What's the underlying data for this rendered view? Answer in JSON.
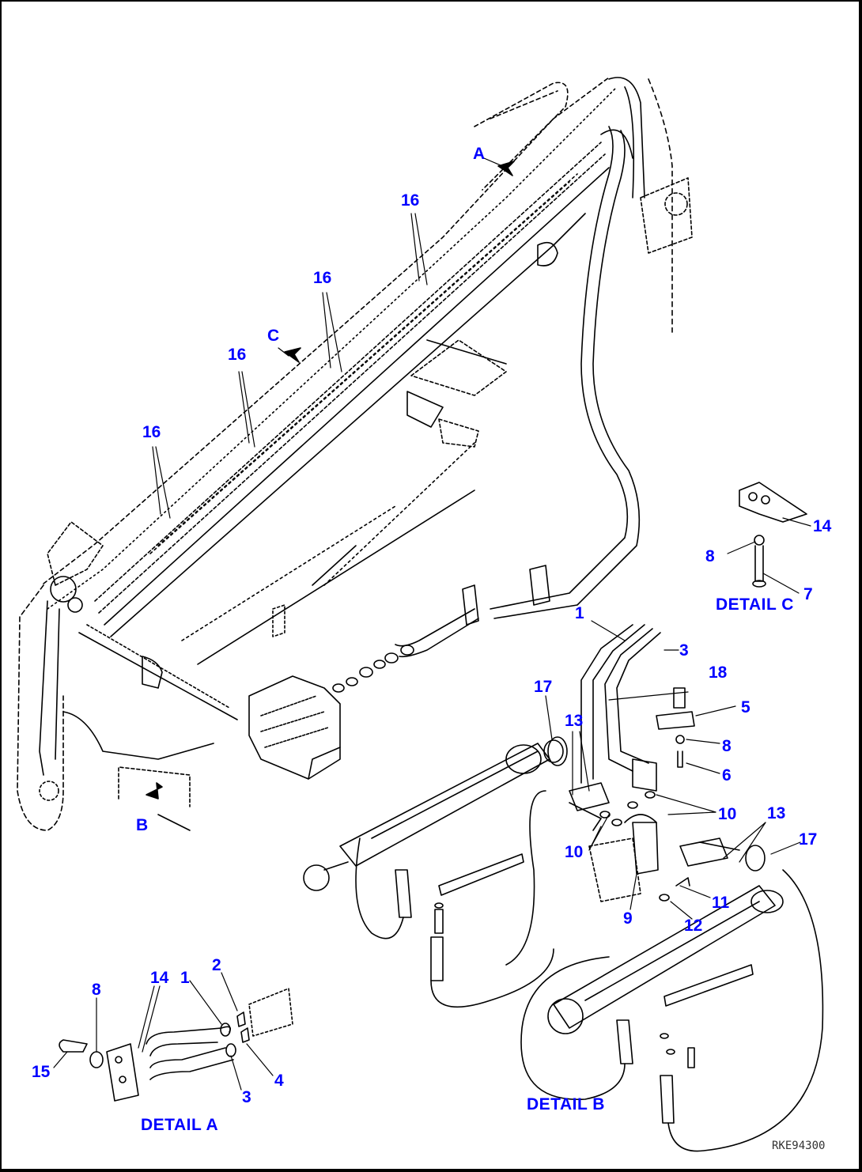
{
  "colors": {
    "label": "#0000ff",
    "line": "#000000",
    "drawing_number": "#333333",
    "background": "#ffffff"
  },
  "drawing_number": "RKE94300",
  "callouts": {
    "view_a": "A",
    "view_b": "B",
    "view_c": "C",
    "n16": "16",
    "n1": "1",
    "n2": "2",
    "n3": "3",
    "n4": "4",
    "n5": "5",
    "n6": "6",
    "n7": "7",
    "n8": "8",
    "n9": "9",
    "n10": "10",
    "n11": "11",
    "n12": "12",
    "n13": "13",
    "n14": "14",
    "n15": "15",
    "n17": "17",
    "n18": "18"
  },
  "detail_titles": {
    "a": "DETAIL A",
    "b": "DETAIL B",
    "c": "DETAIL C"
  }
}
